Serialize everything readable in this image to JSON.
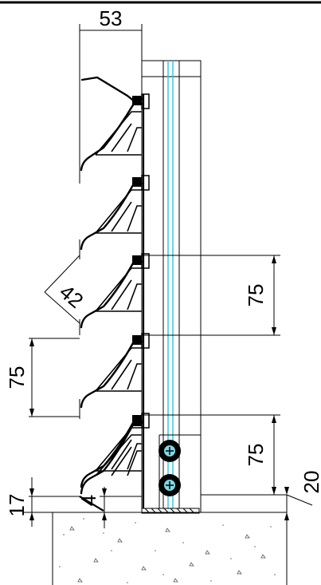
{
  "dimensions": {
    "top_width": "53",
    "pitch_right_upper": "75",
    "pitch_left": "75",
    "pitch_right_lower": "75",
    "blade_angle_length": "42",
    "base_height_left": "17",
    "base_gap": "4",
    "base_height_right": "20"
  },
  "colors": {
    "line": "#000000",
    "glazing": "#2ec4d6",
    "seal_fill": "#000000",
    "seal_core": "#7fd8e6",
    "ground": "#b8b8b8"
  }
}
